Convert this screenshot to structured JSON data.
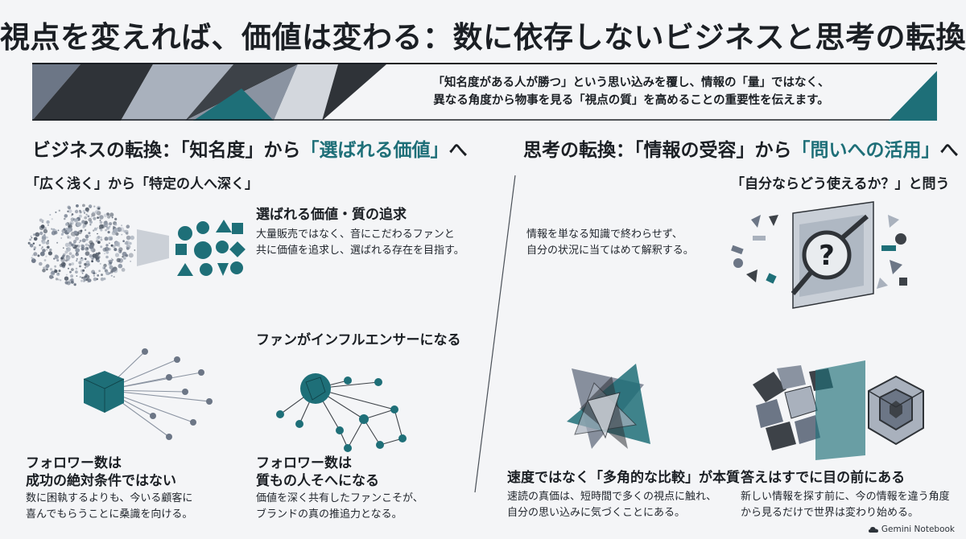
{
  "title": "視点を変えれば、価値は変わる：数に依存しないビジネスと思考の転換",
  "intro": {
    "line1": "「知名度がある人が勝つ」という思い込みを覆し、情報の「量」ではなく、",
    "line2": "異なる角度から物事を見る「視点の質」を高めることの重要性を伝えます。"
  },
  "business": {
    "heading_prefix": "ビジネスの転換：「知名度」から",
    "heading_accent": "「選ばれる価値」",
    "heading_suffix": "へ",
    "sub_heading": "「広く浅く」から「特定の人へ深く」",
    "value": {
      "title": "選ばれる価値・質の追求",
      "line1": "大量販売ではなく、音にこだわるファンと",
      "line2": "共に価値を追求し、選ばれる存在を目指す。"
    },
    "fan_heading": "ファンがインフルエンサーになる",
    "followers": {
      "title1": "フォロワー数は",
      "title2": "成功の絶対条件ではない",
      "line1": "数に困執するよりも、今いる顧客に",
      "line2": "喜んでもらうことに桑識を向ける。"
    },
    "quality": {
      "title1": "フォロワー数は",
      "title2": "質もの人そへになる",
      "line1": "価値を深く共有したファンこそが、",
      "line2": "ブランドの真の推追力となる。"
    }
  },
  "thinking": {
    "heading_prefix": "思考の転換：「情報の受容」から",
    "heading_accent": "「問いへの活用」",
    "heading_suffix": "へ",
    "sub_heading": "「自分ならどう使えるか？」と問う",
    "interpret": {
      "line1": "情報を単なる知識で終わらせず、",
      "line2": "自分の状況に当てはめて解釈する。"
    },
    "compare": {
      "title": "速度ではなく「多角的な比較」が本質",
      "line1": "速読の真価は、短時間で多くの視点に触れ、",
      "line2": "自分の思い込みに気づくことにある。"
    },
    "answer": {
      "title": "答えはすでに目の前にある",
      "line1": "新しい情報を探す前に、今の情報を違う角度",
      "line2": "から見るだけで世界は変わり始める。"
    }
  },
  "question_mark": "?",
  "footer": "Gemini Notebook",
  "colors": {
    "teal": "#1e6f78",
    "dark": "#2f3338",
    "slate": "#6c7686",
    "light_slate": "#a9b1bd",
    "background": "#f4f5f7"
  }
}
